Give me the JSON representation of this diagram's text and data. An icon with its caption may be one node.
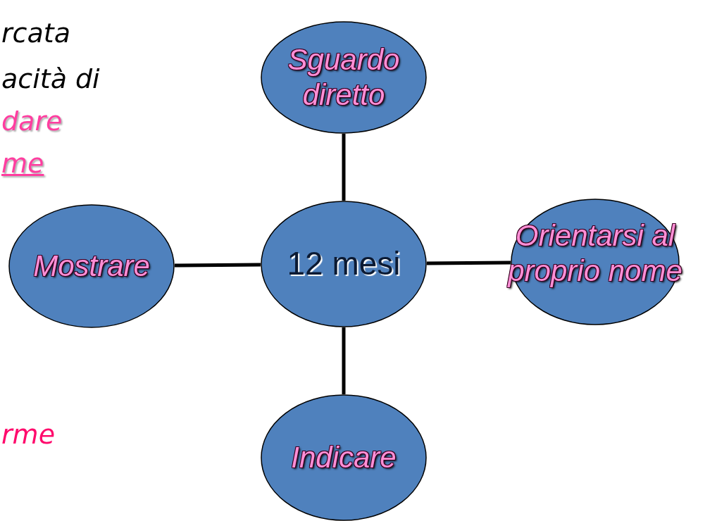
{
  "diagram": {
    "nodes": [
      {
        "text": [
          "12 mesi"
        ]
      },
      {
        "text": [
          "Sguardo diretto"
        ]
      },
      {
        "text": [
          "Mostrare"
        ]
      },
      {
        "text": [
          "Orientarsi al proprio nome"
        ]
      },
      {
        "text": [
          "Indicare"
        ]
      }
    ],
    "edges": [
      {
        "from": 0,
        "to": 1,
        "arrow": "none"
      },
      {
        "from": 0,
        "to": 2,
        "arrow": "none"
      },
      {
        "from": 0,
        "to": 3,
        "arrow": "none"
      },
      {
        "from": 0,
        "to": 4,
        "arrow": "none"
      }
    ],
    "labels": [
      "rcata",
      "acità di",
      "dare",
      "me",
      "rme"
    ]
  }
}
